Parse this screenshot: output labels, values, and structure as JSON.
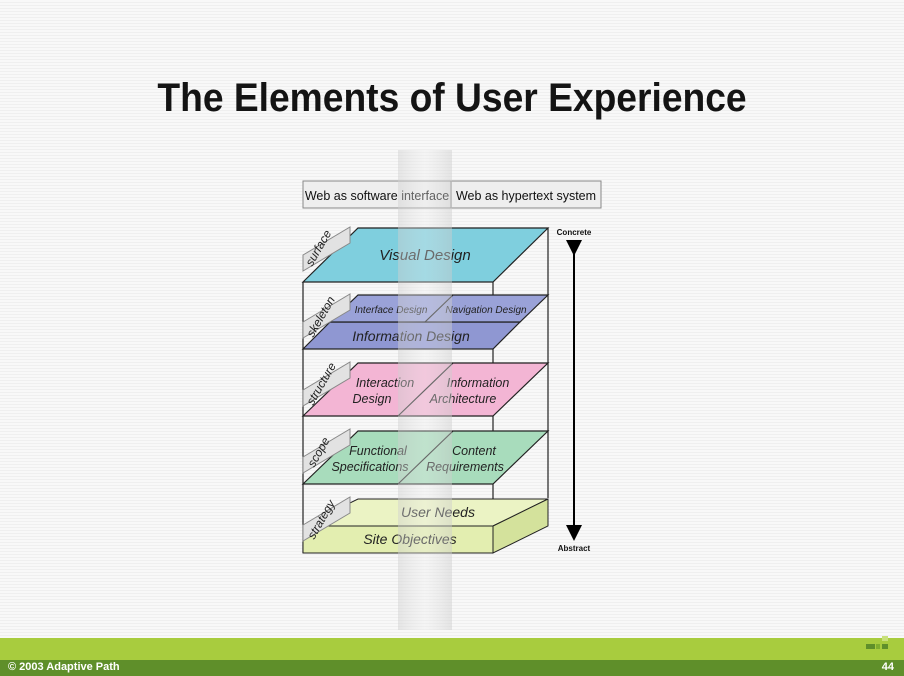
{
  "slide": {
    "title": "The Elements of User Experience",
    "copyright": "© 2003 Adaptive Path",
    "page_number": "44"
  },
  "diagram": {
    "headers": [
      "Web as software interface",
      "Web as hypertext system"
    ],
    "axis": {
      "top_label": "Concrete",
      "bottom_label": "Abstract"
    },
    "planes": [
      {
        "name": "surface",
        "color": "#7fcfde",
        "elements": [
          "Visual Design"
        ]
      },
      {
        "name": "skeleton",
        "color": "#8f97d2",
        "elements": [
          "Interface Design",
          "Navigation Design",
          "Information Design"
        ]
      },
      {
        "name": "structure",
        "color": "#f3b5d4",
        "elements": [
          "Interaction",
          "Design",
          "Information",
          "Architecture"
        ]
      },
      {
        "name": "scope",
        "color": "#a8dcbc",
        "elements": [
          "Functional",
          "Specifications",
          "Content",
          "Requirements"
        ]
      },
      {
        "name": "strategy",
        "color": "#e6f0b8",
        "elements": [
          "User Needs",
          "Site Objectives"
        ]
      }
    ]
  }
}
